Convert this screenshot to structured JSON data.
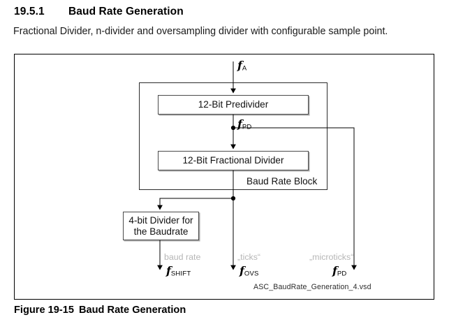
{
  "section": {
    "number": "19.5.1",
    "title": "Baud Rate Generation",
    "intro": "Fractional Divider, n-divider and oversampling divider with configurable sample point."
  },
  "figure": {
    "caption_number": "Figure 19-15",
    "caption_title": "Baud Rate Generation",
    "source_file": "ASC_BaudRate_Generation_4.vsd",
    "group_label": "Baud Rate Block",
    "blocks": [
      {
        "id": "predivider",
        "label": "12-Bit Predivider"
      },
      {
        "id": "fractional-divider",
        "label": "12-Bit  Fractional Divider"
      },
      {
        "id": "baudrate-divider",
        "line1": "4-bit Divider for",
        "line2": "the  Baudrate"
      }
    ],
    "signals": {
      "input": {
        "symbol": "f",
        "sub": "A"
      },
      "predivider_out": {
        "symbol": "f",
        "sub": "PD"
      },
      "shift_out": {
        "symbol": "f",
        "sub": "SHIFT"
      },
      "ovs_out": {
        "symbol": "f",
        "sub": "OVS"
      },
      "microticks_out": {
        "symbol": "f",
        "sub": "PD"
      }
    },
    "annotations": {
      "baud_rate": "baud rate",
      "ticks": "„ticks“",
      "microticks": "„microticks“"
    }
  },
  "colors": {
    "line": "#000000",
    "box_border": "#4a4a4a",
    "shadow": "#a8a8a8",
    "annotation_gray": "#b6b6b6"
  }
}
